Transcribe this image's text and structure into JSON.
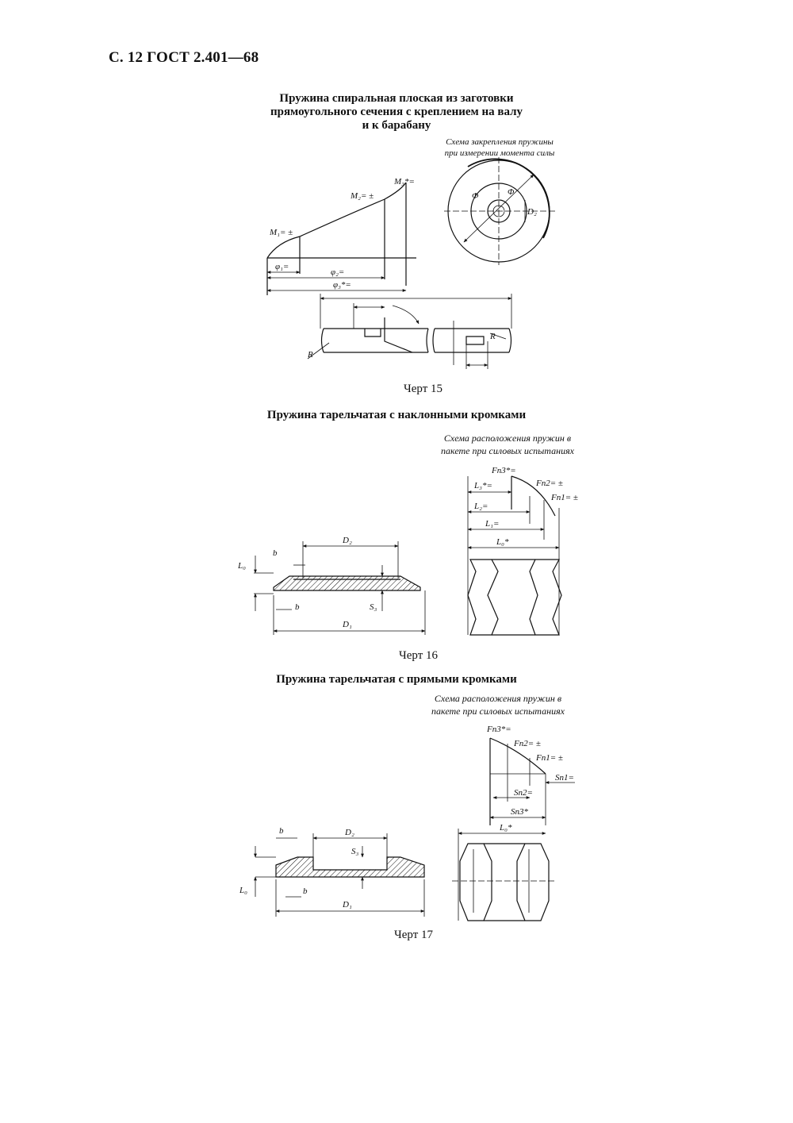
{
  "page_header": "С. 12 ГОСТ 2.401—68",
  "sections": [
    {
      "title_lines": [
        "Пружина спиральная плоская из заготовки",
        "прямоугольного сечения с креплением на валу",
        "и к барабану"
      ],
      "note_lines": [
        "Схема закрепления пружины",
        "при измерении момента силы"
      ],
      "caption": "Черт 15",
      "labels": {
        "m1": "M₁= ±",
        "m2": "M₂= ±",
        "m3": "M₃*=",
        "phi1": "φ₁=",
        "phi2": "φ₂=",
        "phi3": "φ₃*=",
        "d_left": "Φ",
        "d_right": "Φ",
        "d2": "D₂",
        "r_left": "R",
        "r_right": "R"
      }
    },
    {
      "title_lines": [
        "Пружина тарельчатая с наклонными кромками"
      ],
      "note_lines": [
        "Схема расположения пружин в",
        "пакете при силовых испытаниях"
      ],
      "caption": "Черт 16",
      "labels": {
        "d2": "D₂",
        "d1": "D₁",
        "b_top": "b",
        "b_bottom": "b",
        "l0": "L₀",
        "s3": "S₃",
        "fn3": "Fn3*=",
        "fn2": "Fn2= ±",
        "fn1": "Fn1= ±",
        "l3": "L₃*=",
        "l2": "L₂=",
        "l1": "L₁=",
        "l0_total": "L₀*"
      }
    },
    {
      "title_lines": [
        "Пружина тарельчатая с прямыми кромками"
      ],
      "note_lines": [
        "Схема расположения пружин в",
        "пакете при силовых испытаниях"
      ],
      "caption": "Черт 17",
      "labels": {
        "b_top": "b",
        "b_bottom": "b",
        "d2": "D₂",
        "d1": "D₁",
        "s3": "S₃",
        "l0": "L₀",
        "fn3": "Fn3*=",
        "fn2": "Fn2= ±",
        "fn1": "Fn1= ±",
        "sn1": "Sn1=",
        "sn2": "Sn2=",
        "sn3": "Sn3*",
        "l0_total": "L₀*"
      }
    }
  ]
}
